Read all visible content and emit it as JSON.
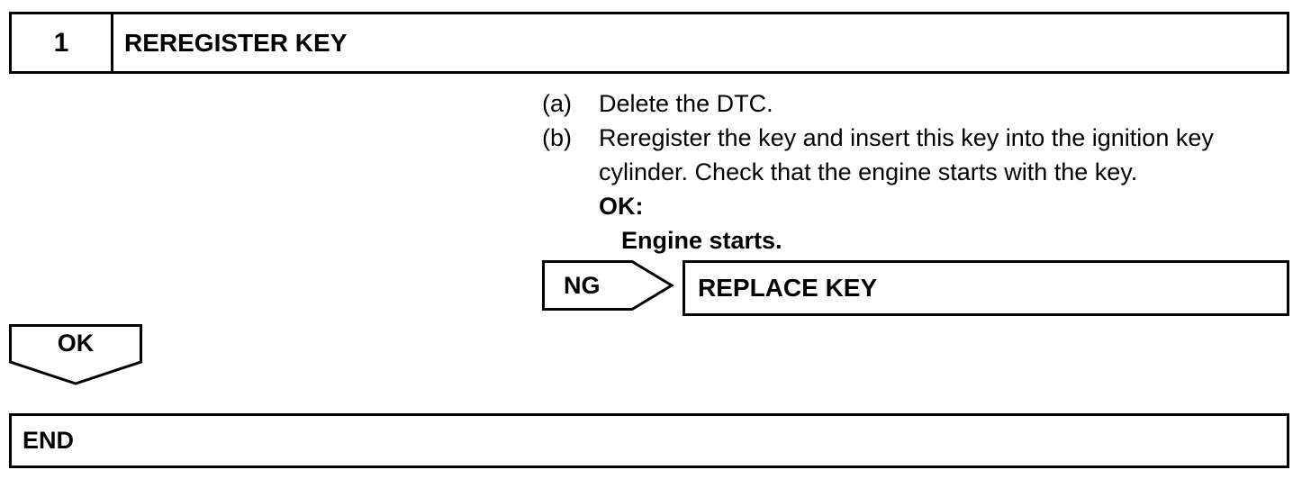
{
  "step": {
    "number": "1",
    "title": "REREGISTER KEY"
  },
  "instructions": [
    {
      "label": "(a)",
      "text": "Delete the DTC."
    },
    {
      "label": "(b)",
      "text": "Reregister the key and insert this key into the ignition key cylinder. Check that the engine starts with the key."
    }
  ],
  "ok_spec": {
    "label": "OK:",
    "detail": "Engine starts."
  },
  "ng": {
    "label": "NG",
    "result": "REPLACE KEY"
  },
  "ok": {
    "label": "OK"
  },
  "end": {
    "label": "END"
  }
}
